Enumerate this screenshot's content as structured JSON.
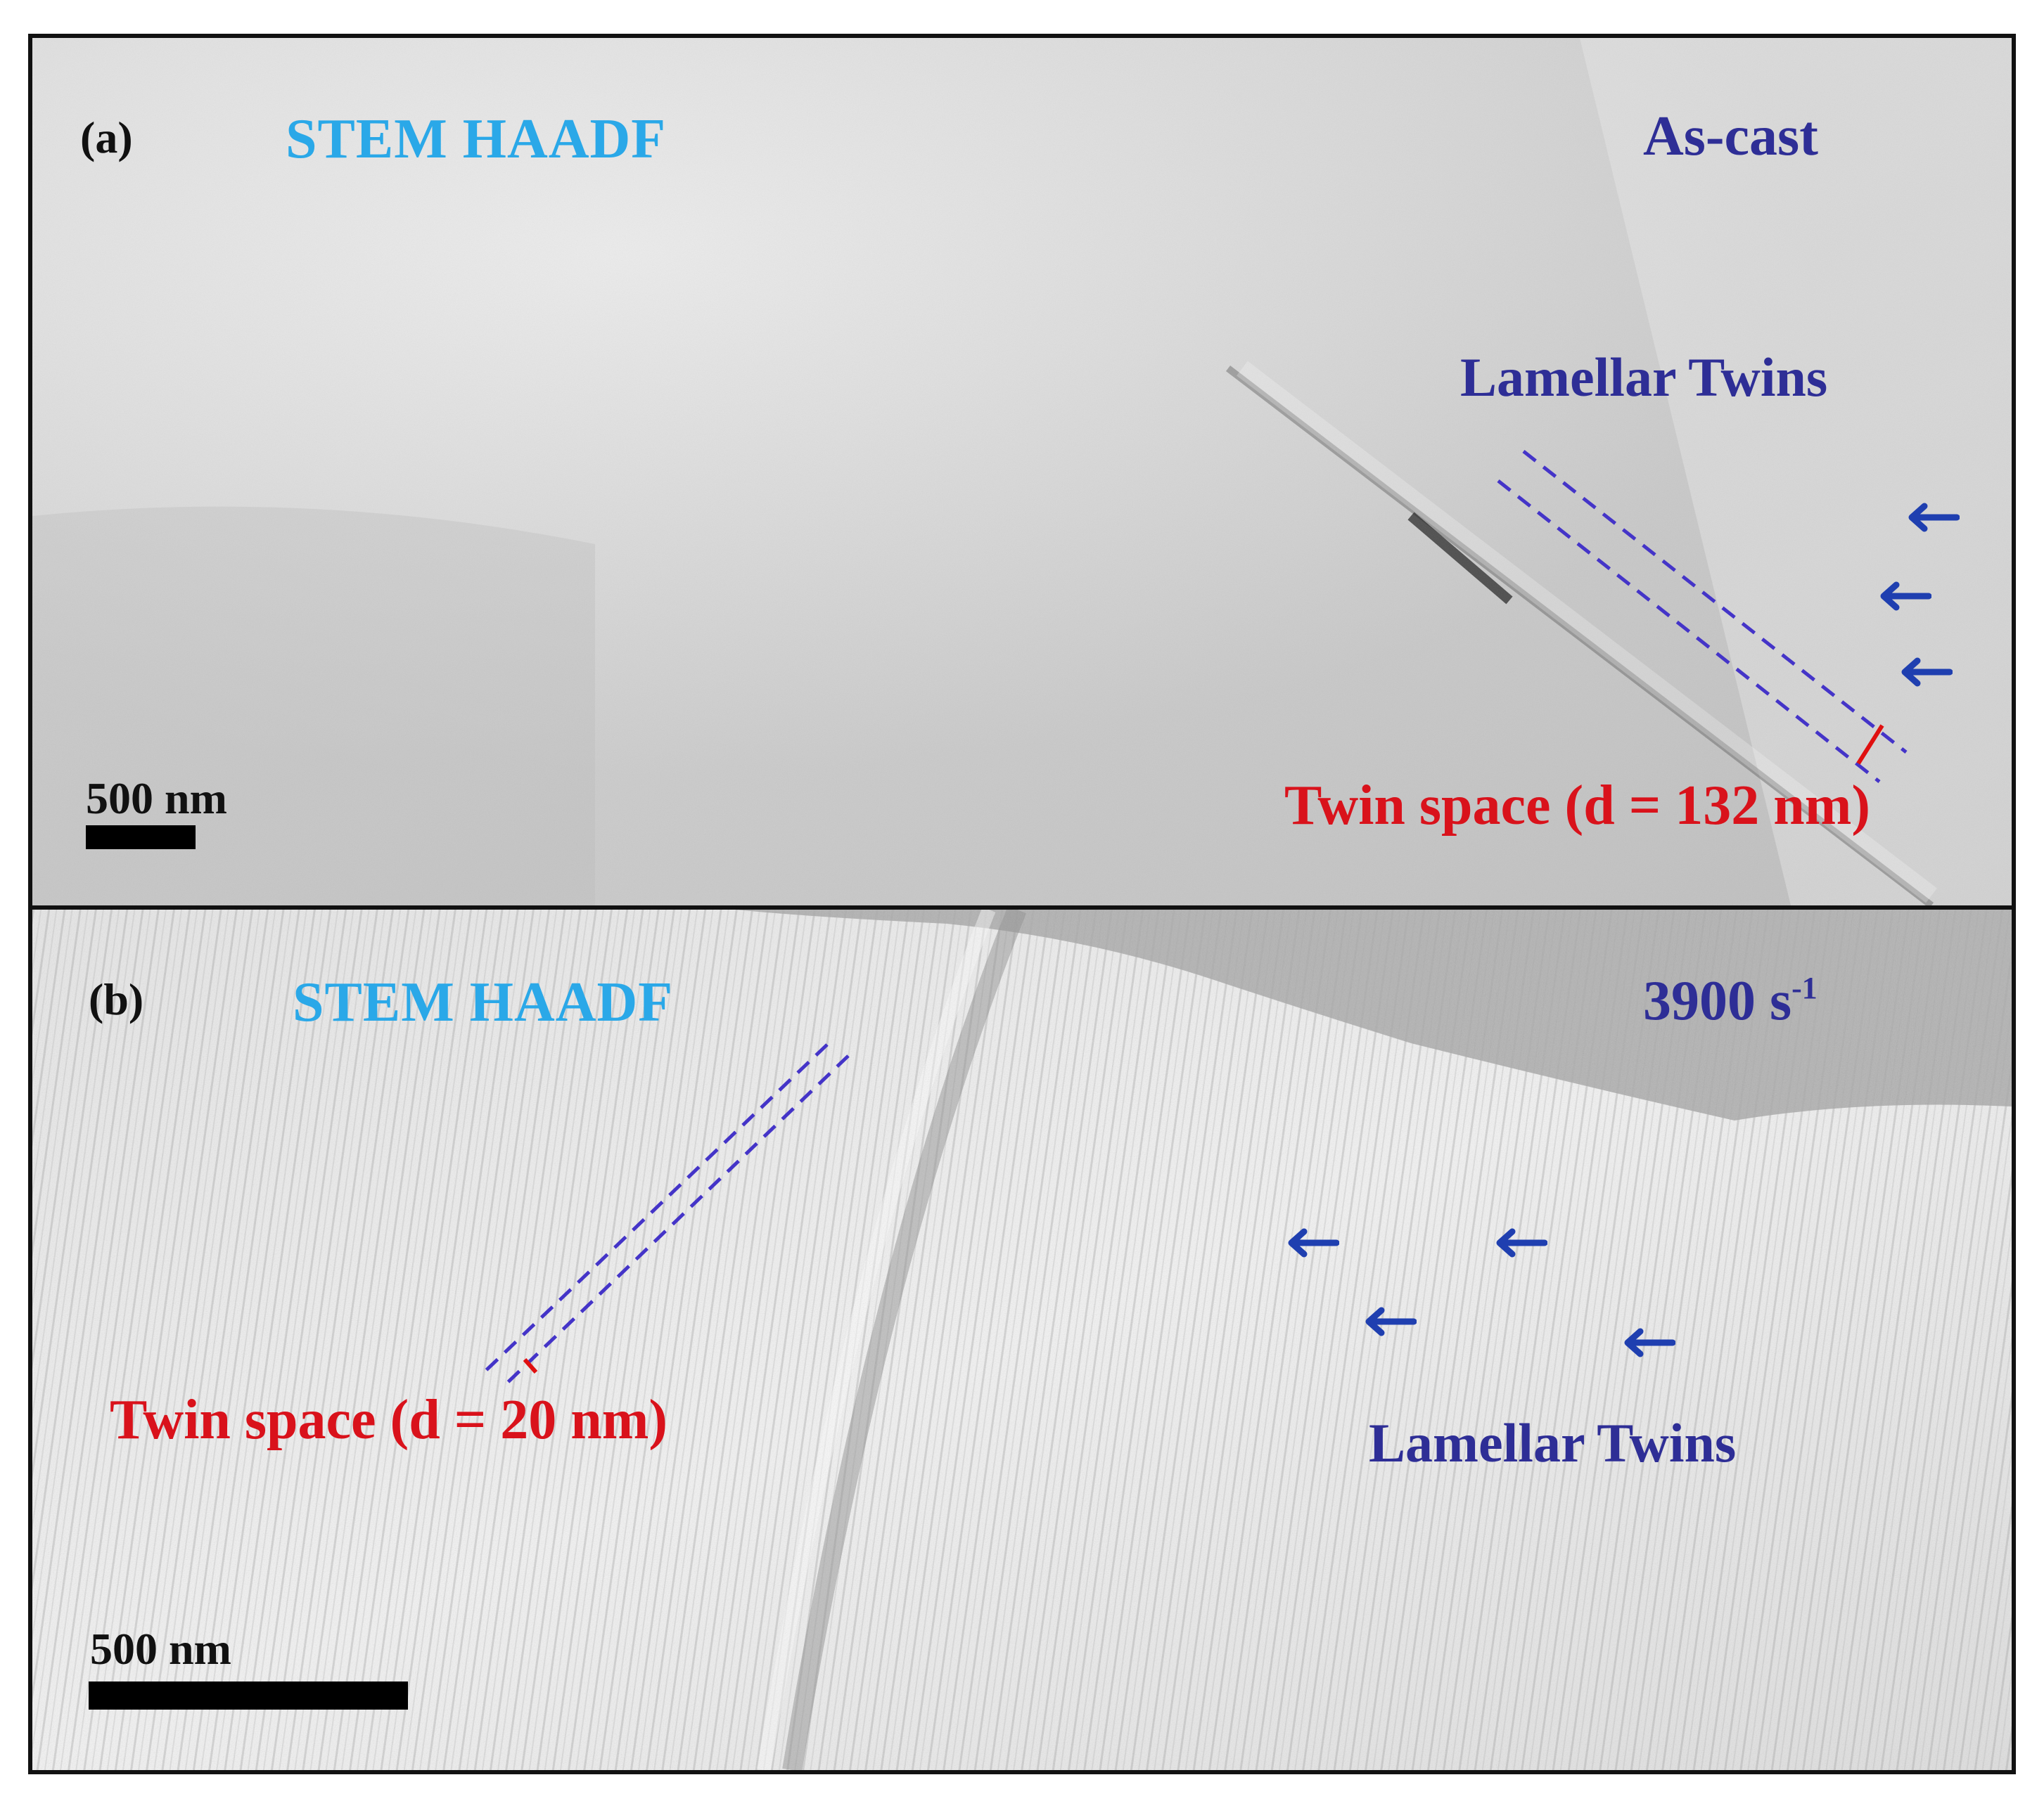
{
  "panels": [
    {
      "label": "(a)",
      "mode": "STEM HAADF",
      "condition": "As-cast",
      "feature": "Lamellar Twins",
      "twin_spacing": "Twin space (d = 132 nm)",
      "scale_bar": "500 nm"
    },
    {
      "label": "(b)",
      "mode": "STEM HAADF",
      "condition_value": "3900 s",
      "condition_exponent": "-1",
      "feature": "Lamellar Twins",
      "twin_spacing": "Twin space (d = 20 nm)",
      "scale_bar": "500 nm"
    }
  ],
  "colors": {
    "mode_text": "#2aa8e8",
    "annotation_blue": "#2e2e96",
    "twin_red": "#d9121b",
    "arrow_blue": "#1f3fb0"
  },
  "icons": [
    "left-arrow-icon",
    "dashed-twin-boundary-lines",
    "twin-spacing-marker"
  ]
}
